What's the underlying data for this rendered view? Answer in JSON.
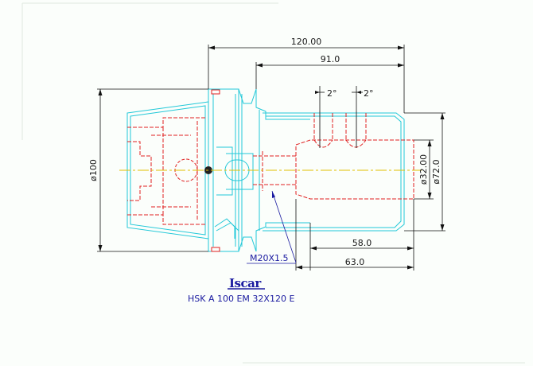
{
  "drawing": {
    "dimensions": {
      "overall_length": "120.00",
      "flange_to_end": "91.0",
      "bore_depth": "58.0",
      "shank_length": "63.0",
      "flange_diameter": "ø100",
      "outer_diameter": "ø72.0",
      "bore_diameter": "ø32.00",
      "angle_left": "2°",
      "angle_right": "2°"
    },
    "thread_callout": "M20X1.5",
    "logo_text": "Iscar",
    "part_designation": "HSK A 100 EM 32X120 E"
  },
  "colors": {
    "background": "#fbfefb",
    "outline": "#22c8d8",
    "hidden": "#e02020",
    "centerline": "#e0c000",
    "dimension": "#111111",
    "callout": "#1a1aa0"
  }
}
